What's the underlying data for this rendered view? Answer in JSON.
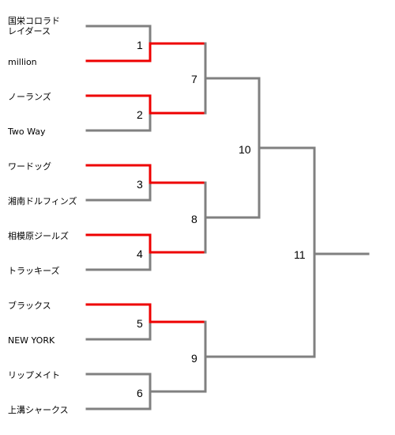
{
  "colors": {
    "winner": "#ee0000",
    "default": "#808080"
  },
  "teams": [
    "国栄コロラド\nレイダース",
    "million",
    "ノーランズ",
    "Two Way",
    "ワードッグ",
    "湘南ドルフィンズ",
    "相模原ジールズ",
    "トラッキーズ",
    "ブラックス",
    "NEW YORK",
    "リップメイト",
    "上溝シャークス"
  ],
  "matches": [
    {
      "number": "1",
      "between": [
        "team:0",
        "team:1"
      ],
      "winner": "team:1"
    },
    {
      "number": "2",
      "between": [
        "team:2",
        "team:3"
      ],
      "winner": "team:2"
    },
    {
      "number": "3",
      "between": [
        "team:4",
        "team:5"
      ],
      "winner": "team:4"
    },
    {
      "number": "4",
      "between": [
        "team:6",
        "team:7"
      ],
      "winner": "team:6"
    },
    {
      "number": "5",
      "between": [
        "team:8",
        "team:9"
      ],
      "winner": "team:8"
    },
    {
      "number": "6",
      "between": [
        "team:10",
        "team:11"
      ],
      "winner": null
    },
    {
      "number": "7",
      "between": [
        "match:1",
        "match:2"
      ],
      "winner": null
    },
    {
      "number": "8",
      "between": [
        "match:3",
        "match:4"
      ],
      "winner": null
    },
    {
      "number": "9",
      "between": [
        "match:5",
        "match:6"
      ],
      "winner": null
    },
    {
      "number": "10",
      "between": [
        "match:7",
        "match:8"
      ],
      "winner": null
    },
    {
      "number": "11",
      "between": [
        "match:10",
        "match:9"
      ],
      "winner": null
    }
  ]
}
